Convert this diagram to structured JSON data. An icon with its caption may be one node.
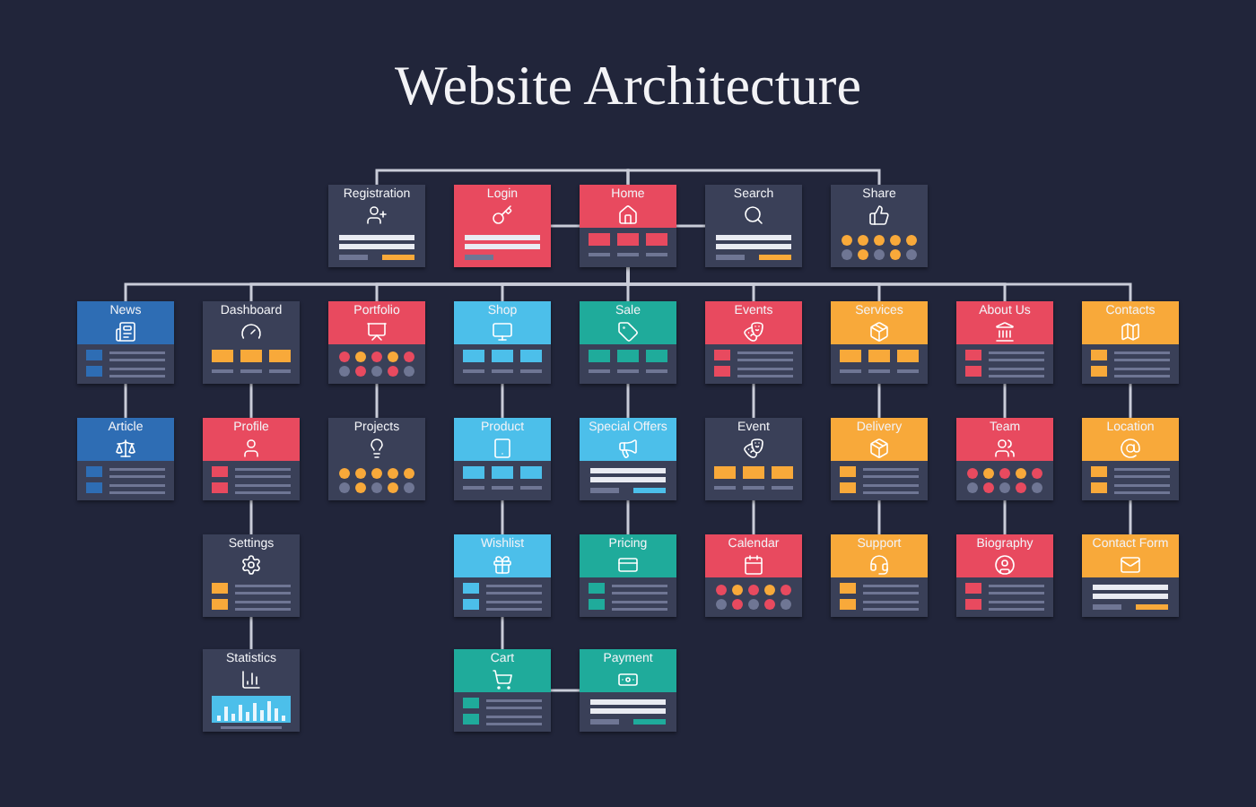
{
  "diagram": {
    "title": "Website Architecture",
    "nodes": [
      {
        "text": [
          "Registration"
        ]
      },
      {
        "text": [
          "Login"
        ]
      },
      {
        "text": [
          "Home"
        ]
      },
      {
        "text": [
          "Search"
        ]
      },
      {
        "text": [
          "Share"
        ]
      },
      {
        "text": [
          "News"
        ]
      },
      {
        "text": [
          "Dashboard"
        ]
      },
      {
        "text": [
          "Portfolio"
        ]
      },
      {
        "text": [
          "Shop"
        ]
      },
      {
        "text": [
          "Sale"
        ]
      },
      {
        "text": [
          "Events"
        ]
      },
      {
        "text": [
          "Services"
        ]
      },
      {
        "text": [
          "About Us"
        ]
      },
      {
        "text": [
          "Contacts"
        ]
      },
      {
        "text": [
          "Article"
        ]
      },
      {
        "text": [
          "Profile"
        ]
      },
      {
        "text": [
          "Projects"
        ]
      },
      {
        "text": [
          "Product"
        ]
      },
      {
        "text": [
          "Special Offers"
        ]
      },
      {
        "text": [
          "Event"
        ]
      },
      {
        "text": [
          "Delivery"
        ]
      },
      {
        "text": [
          "Team"
        ]
      },
      {
        "text": [
          "Location"
        ]
      },
      {
        "text": [
          "Settings"
        ]
      },
      {
        "text": [
          "Wishlist"
        ]
      },
      {
        "text": [
          "Pricing"
        ]
      },
      {
        "text": [
          "Calendar"
        ]
      },
      {
        "text": [
          "Support"
        ]
      },
      {
        "text": [
          "Biography"
        ]
      },
      {
        "text": [
          "Contact Form"
        ]
      },
      {
        "text": [
          "Statistics"
        ]
      },
      {
        "text": [
          "Cart"
        ]
      },
      {
        "text": [
          "Payment"
        ]
      }
    ],
    "edges": [
      {
        "from": 2,
        "to": 0,
        "arrow": "none"
      },
      {
        "from": 2,
        "to": 1,
        "arrow": "none"
      },
      {
        "from": 2,
        "to": 3,
        "arrow": "none"
      },
      {
        "from": 2,
        "to": 4,
        "arrow": "none"
      },
      {
        "from": 2,
        "to": 5,
        "arrow": "none"
      },
      {
        "from": 2,
        "to": 6,
        "arrow": "none"
      },
      {
        "from": 2,
        "to": 7,
        "arrow": "none"
      },
      {
        "from": 2,
        "to": 8,
        "arrow": "none"
      },
      {
        "from": 2,
        "to": 9,
        "arrow": "none"
      },
      {
        "from": 2,
        "to": 10,
        "arrow": "none"
      },
      {
        "from": 2,
        "to": 11,
        "arrow": "none"
      },
      {
        "from": 2,
        "to": 12,
        "arrow": "none"
      },
      {
        "from": 2,
        "to": 13,
        "arrow": "none"
      },
      {
        "from": 5,
        "to": 14,
        "arrow": "none"
      },
      {
        "from": 6,
        "to": 15,
        "arrow": "none"
      },
      {
        "from": 15,
        "to": 23,
        "arrow": "none"
      },
      {
        "from": 23,
        "to": 30,
        "arrow": "none"
      },
      {
        "from": 7,
        "to": 16,
        "arrow": "none"
      },
      {
        "from": 8,
        "to": 17,
        "arrow": "none"
      },
      {
        "from": 17,
        "to": 24,
        "arrow": "none"
      },
      {
        "from": 24,
        "to": 31,
        "arrow": "none"
      },
      {
        "from": 31,
        "to": 32,
        "arrow": "none"
      },
      {
        "from": 9,
        "to": 18,
        "arrow": "none"
      },
      {
        "from": 18,
        "to": 25,
        "arrow": "none"
      },
      {
        "from": 10,
        "to": 19,
        "arrow": "none"
      },
      {
        "from": 19,
        "to": 26,
        "arrow": "none"
      },
      {
        "from": 11,
        "to": 20,
        "arrow": "none"
      },
      {
        "from": 20,
        "to": 27,
        "arrow": "none"
      },
      {
        "from": 12,
        "to": 21,
        "arrow": "none"
      },
      {
        "from": 21,
        "to": 28,
        "arrow": "none"
      },
      {
        "from": 13,
        "to": 22,
        "arrow": "none"
      },
      {
        "from": 22,
        "to": 29,
        "arrow": "none"
      }
    ]
  }
}
